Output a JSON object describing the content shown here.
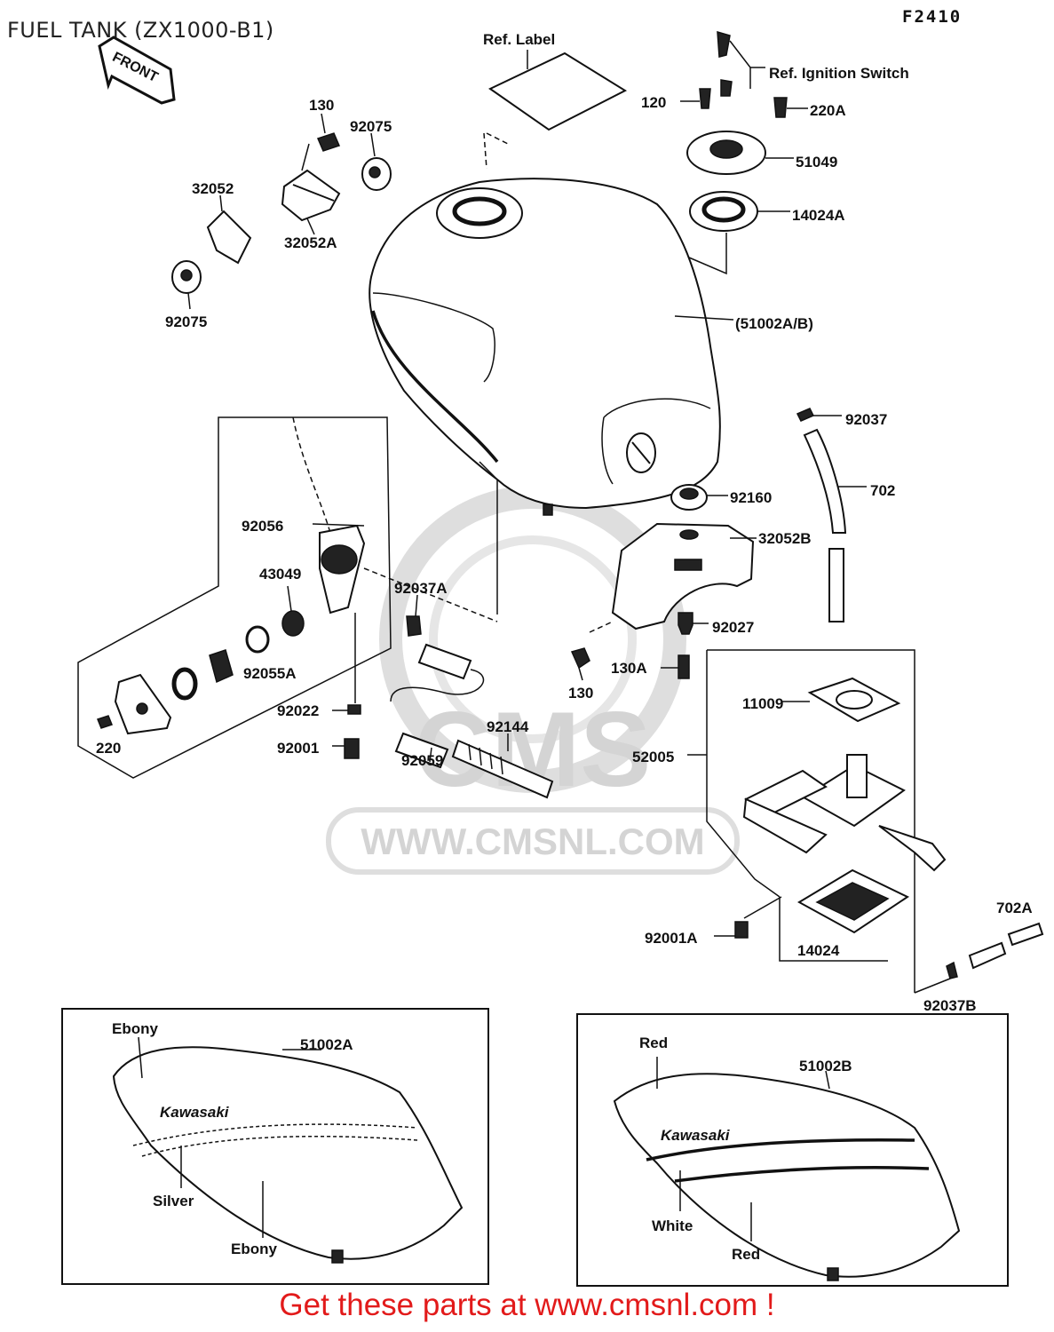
{
  "title": "FUEL TANK (ZX1000-B1)",
  "diagram_code": "F2410",
  "footer": "Get these parts at www.cmsnl.com !",
  "watermark": {
    "brand": "CMS",
    "url": "WWW.CMSNL.COM"
  },
  "front_arrow": "FRONT",
  "labels": {
    "ref_label": "Ref. Label",
    "ref_ignition": "Ref. Ignition Switch",
    "p120": "120",
    "p220A": "220A",
    "p51049": "51049",
    "p14024A": "14024A",
    "p51002AB": "(51002A/B)",
    "p92037": "92037",
    "p702": "702",
    "p92160": "92160",
    "p32052B": "32052B",
    "p92027": "92027",
    "p130A": "130A",
    "p130_lower": "130",
    "p11009": "11009",
    "p52005": "52005",
    "p92001A": "92001A",
    "p14024": "14024",
    "p702A": "702A",
    "p92037B": "92037B",
    "p130_upper": "130",
    "p92075_a": "92075",
    "p32052": "32052",
    "p32052A": "32052A",
    "p92075_b": "92075",
    "p92056": "92056",
    "p43049": "43049",
    "p92037A": "92037A",
    "p92055A": "92055A",
    "p220": "220",
    "p92022": "92022",
    "p92001": "92001",
    "p92144": "92144",
    "p92059": "92059"
  },
  "variant_a": {
    "part": "51002A",
    "logo": "Kawasaki",
    "colors": [
      "Ebony",
      "Silver",
      "Ebony"
    ]
  },
  "variant_b": {
    "part": "51002B",
    "logo": "Kawasaki",
    "colors": [
      "Red",
      "White",
      "Red"
    ]
  }
}
